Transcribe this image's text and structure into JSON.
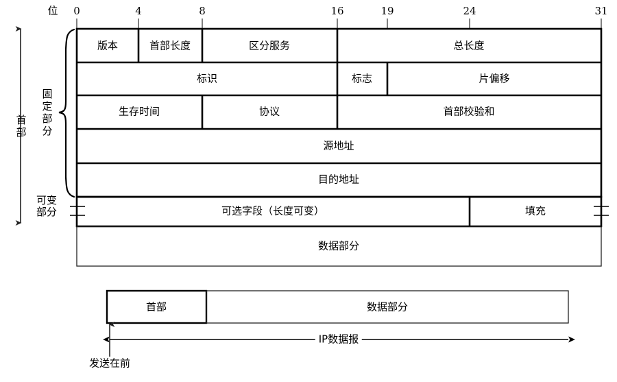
{
  "diagram": {
    "title_caption": "位",
    "bit_ruler": {
      "ticks": [
        {
          "label": "0",
          "bit": 0
        },
        {
          "label": "4",
          "bit": 4
        },
        {
          "label": "8",
          "bit": 8
        },
        {
          "label": "16",
          "bit": 16
        },
        {
          "label": "19",
          "bit": 19
        },
        {
          "label": "24",
          "bit": 24
        },
        {
          "label": "31",
          "bit": 31
        }
      ]
    },
    "side_labels": {
      "header": "首部",
      "fixed_part": "固定部分",
      "variable_part_line1": "可变",
      "variable_part_line2": "部分"
    },
    "rows": [
      {
        "name": "row-1",
        "cells": [
          {
            "label": "版本",
            "start": 0,
            "end": 4
          },
          {
            "label": "首部长度",
            "start": 4,
            "end": 8
          },
          {
            "label": "区分服务",
            "start": 8,
            "end": 16
          },
          {
            "label": "总长度",
            "start": 16,
            "end": 31
          }
        ]
      },
      {
        "name": "row-2",
        "cells": [
          {
            "label": "标识",
            "start": 0,
            "end": 16
          },
          {
            "label": "标志",
            "start": 16,
            "end": 19
          },
          {
            "label": "片偏移",
            "start": 19,
            "end": 31
          }
        ]
      },
      {
        "name": "row-3",
        "cells": [
          {
            "label": "生存时间",
            "start": 0,
            "end": 8
          },
          {
            "label": "协议",
            "start": 8,
            "end": 16
          },
          {
            "label": "首部校验和",
            "start": 16,
            "end": 31
          }
        ]
      },
      {
        "name": "row-4",
        "cells": [
          {
            "label": "源地址",
            "start": 0,
            "end": 31
          }
        ]
      },
      {
        "name": "row-5",
        "cells": [
          {
            "label": "目的地址",
            "start": 0,
            "end": 31
          }
        ]
      },
      {
        "name": "row-6",
        "cells": [
          {
            "label": "可选字段（长度可变）",
            "start": 0,
            "end": 24
          },
          {
            "label": "填充",
            "start": 24,
            "end": 31
          }
        ]
      },
      {
        "name": "row-7",
        "cells": [
          {
            "label": "数据部分",
            "start": 0,
            "end": 31
          }
        ]
      }
    ],
    "datagram": {
      "header_block": "首部",
      "data_block": "数据部分",
      "span_label": "IP数据报",
      "send_first_label": "发送在前"
    },
    "colors": {
      "stroke": "#000000",
      "background": "#ffffff",
      "thin_stroke": "#333333"
    }
  }
}
